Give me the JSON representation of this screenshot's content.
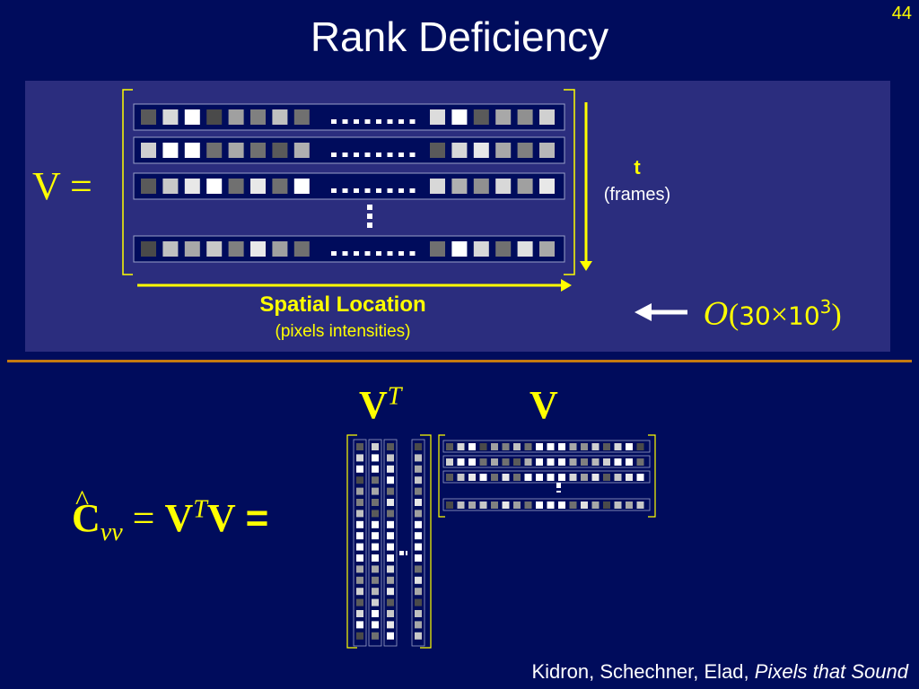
{
  "page_number": "44",
  "title": "Rank Deficiency",
  "matrix": {
    "lhs": "V =",
    "time_axis": {
      "label": "t",
      "sublabel": "(frames)"
    },
    "spatial_axis": {
      "label": "Spatial Location",
      "sublabel": "(pixels intensities)"
    },
    "order": {
      "symbol": "O",
      "open": "(",
      "mantissa": "30",
      "times": "×",
      "base": "10",
      "exponent": "3",
      "close": ")"
    },
    "rows": [
      [
        "#5a5a5a",
        "#d8d8d8",
        "#ffffff",
        "#4a4a4a",
        "#a0a0a0",
        "#808080",
        "#c0c0c0",
        "#707070",
        "#dcdcdc",
        "#ffffff",
        "#5a5a5a",
        "#a8a8a8",
        "#909090",
        "#d0d0d0"
      ],
      [
        "#d0d0d0",
        "#ffffff",
        "#ffffff",
        "#707070",
        "#a8a8a8",
        "#707070",
        "#5a5a5a",
        "#b0b0b0",
        "#5a5a5a",
        "#d8d8d8",
        "#e8e8e8",
        "#a8a8a8",
        "#808080",
        "#b8b8b8"
      ],
      [
        "#5a5a5a",
        "#c8c8c8",
        "#e8e8e8",
        "#ffffff",
        "#707070",
        "#e8e8e8",
        "#707070",
        "#ffffff",
        "#d8d8d8",
        "#b0b0b0",
        "#909090",
        "#d8d8d8",
        "#a0a0a0",
        "#e8e8e8"
      ],
      [
        "#4a4a4a",
        "#c0c0c0",
        "#a8a8a8",
        "#c8c8c8",
        "#808080",
        "#e8e8e8",
        "#a0a0a0",
        "#707070",
        "#707070",
        "#ffffff",
        "#d8d8d8",
        "#707070",
        "#e0e0e0",
        "#a8a8a8"
      ]
    ]
  },
  "product": {
    "vt_label": {
      "base": "V",
      "sup": "T"
    },
    "v_label": "V",
    "equation": {
      "hat": "^",
      "c": "C",
      "sub": "vv",
      "eq1": "=",
      "vt": "V",
      "sup": "T",
      "v": "V",
      "eq2": "="
    }
  },
  "citation": {
    "authors": "Kidron, Schechner, Elad, ",
    "work": "Pixels that Sound"
  },
  "colors": {
    "background": "#000c5c",
    "panel": "#2b2d7e",
    "accent": "#ffff00",
    "divider": "#c47a10"
  }
}
